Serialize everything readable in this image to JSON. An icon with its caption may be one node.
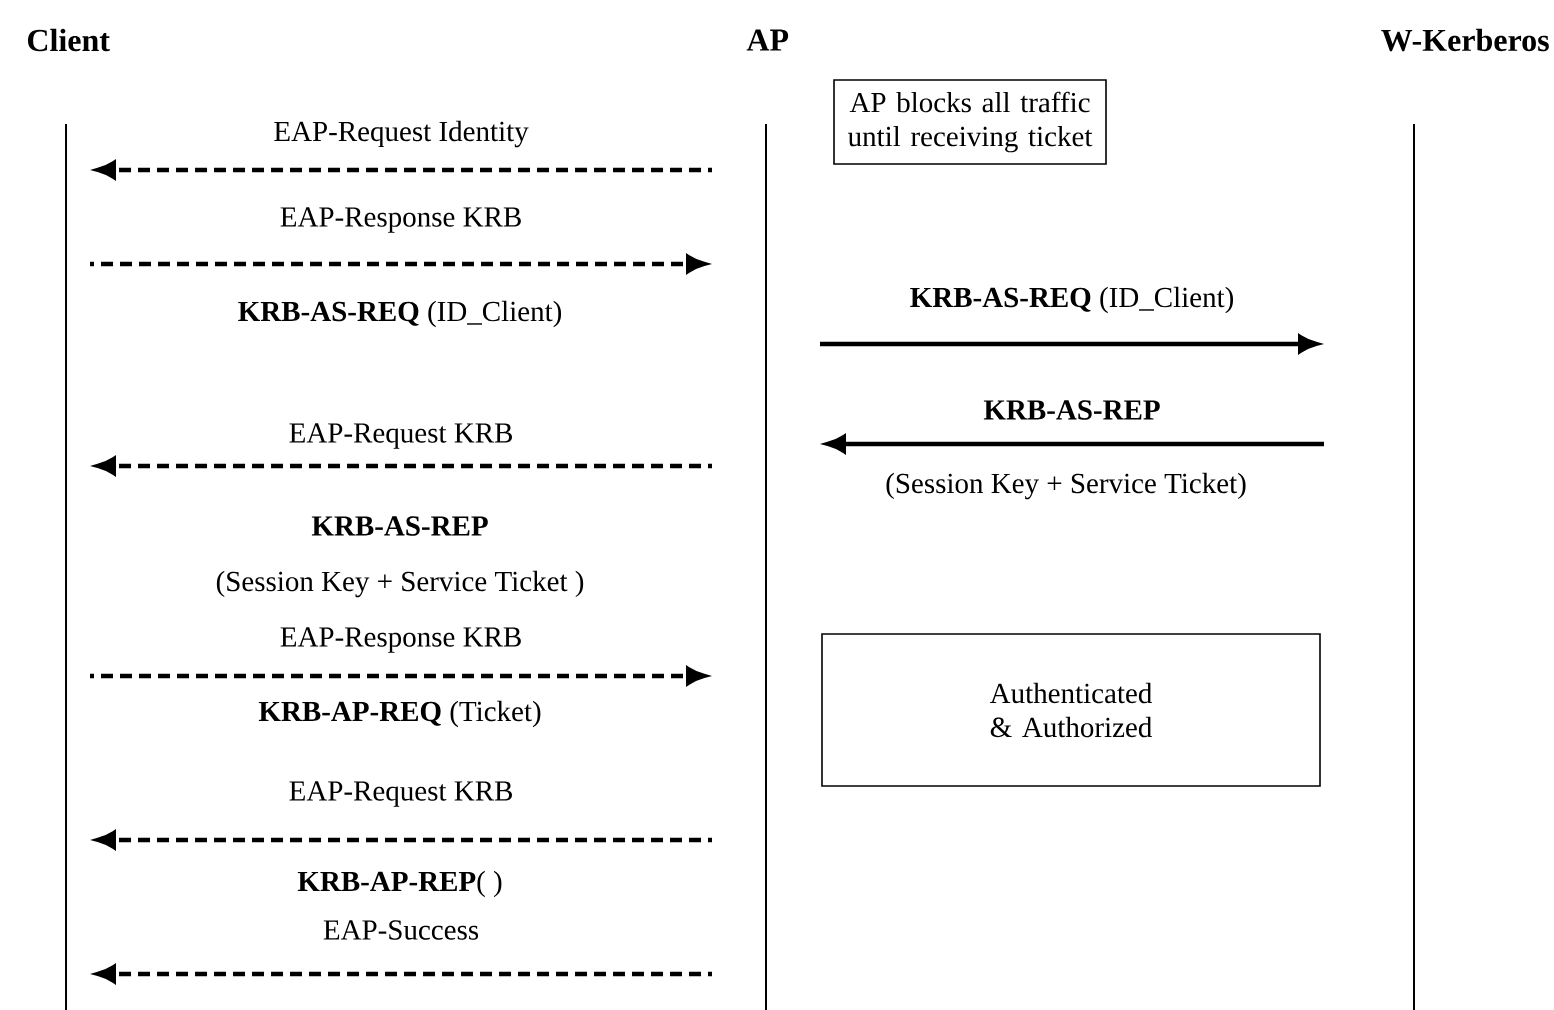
{
  "diagram": {
    "nodes": [
      {
        "text": [
          "Client"
        ]
      },
      {
        "text": [
          "AP"
        ]
      },
      {
        "text": [
          "W-Kerberos"
        ]
      },
      {
        "text": [
          "AP blocks all traffic until receiving ticket"
        ]
      },
      {
        "text": [
          "Authenticated & Authorized"
        ]
      }
    ],
    "edges": [
      {
        "from": 1,
        "to": 0,
        "arrow": "to",
        "style": "dashed",
        "label": "EAP-Request Identity"
      },
      {
        "from": 0,
        "to": 1,
        "arrow": "to",
        "style": "dashed",
        "label": "EAP-Response KRB"
      },
      {
        "from": 1,
        "to": 2,
        "arrow": "to",
        "label": "**KRB-AS-REQ** (ID_Client)"
      },
      {
        "from": 2,
        "to": 1,
        "arrow": "to",
        "label": "**KRB-AS-REP**"
      },
      {
        "from": 1,
        "to": 0,
        "arrow": "to",
        "style": "dashed",
        "label": "EAP-Request KRB"
      },
      {
        "from": 0,
        "to": 1,
        "arrow": "to",
        "style": "dashed",
        "label": "EAP-Response KRB"
      },
      {
        "from": 1,
        "to": 0,
        "arrow": "to",
        "style": "dashed",
        "label": "EAP-Request KRB"
      },
      {
        "from": 1,
        "to": 0,
        "arrow": "to",
        "style": "dashed",
        "label": "EAP-Success"
      }
    ],
    "labels": [
      "**KRB-AS-REQ** (ID_Client)",
      "(Session Key + Service Ticket)",
      "**KRB-AS-REP**",
      "(Session Key + Service Ticket )",
      "**KRB-AP-REQ** (Ticket)",
      "**KRB-AP-REP**( )"
    ]
  }
}
